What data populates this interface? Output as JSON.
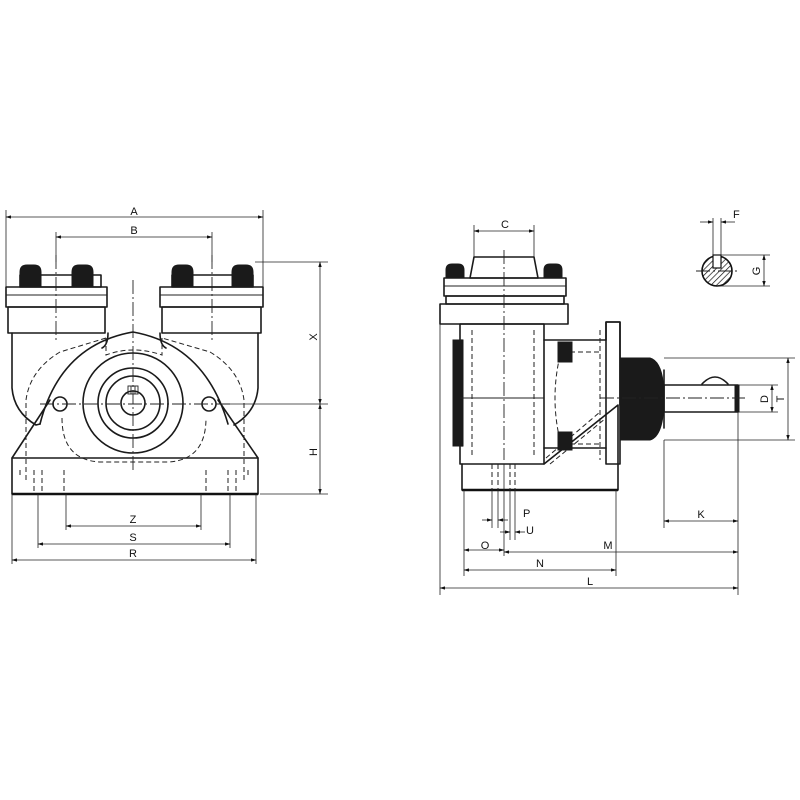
{
  "labels": {
    "A": "A",
    "B": "B",
    "X": "X",
    "H": "H",
    "Z": "Z",
    "S": "S",
    "R": "R",
    "C": "C",
    "F": "F",
    "G": "G",
    "D": "D",
    "T": "T",
    "K": "K",
    "P": "P",
    "U": "U",
    "O": "O",
    "M": "M",
    "N": "N",
    "L": "L"
  }
}
